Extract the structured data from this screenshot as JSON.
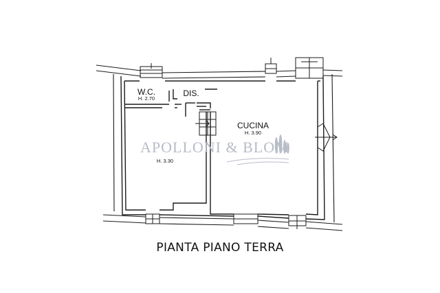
{
  "rooms": {
    "wc": {
      "name": "W.C.",
      "height": "H. 2.70"
    },
    "dis": {
      "name": "DIS."
    },
    "cucina": {
      "name": "CUCINA",
      "height": "H. 3.90"
    },
    "room_left": {
      "height": "H. 3.30"
    }
  },
  "watermark": {
    "text": "APOLLONI & BLOM"
  },
  "caption": "PIANTA PIANO TERRA",
  "colors": {
    "wall": "#1a1a1a",
    "watermark": "#b8bcc6",
    "background": "#ffffff"
  }
}
